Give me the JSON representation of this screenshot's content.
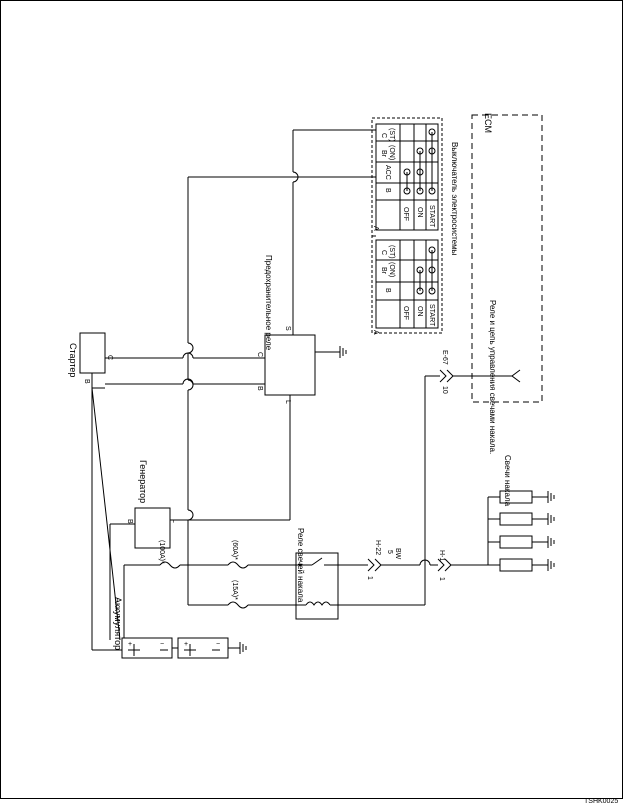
{
  "diagram_id": "TSHK0025",
  "labels": {
    "ecm": "ECM",
    "ignition_switch": "Выключатель электросистемы",
    "glow_control": "Реле и цепь управления свечами накала.",
    "starter": "Стартер",
    "main_relay": "Предохранительное реле",
    "generator": "Генератор",
    "glow_relay": "Реле свечей накала",
    "battery": "Аккумулятор",
    "glow_plugs": "Свечи накала"
  },
  "terminals": {
    "starter_b": "B",
    "starter_c": "C",
    "relay_c": "C",
    "relay_b": "B",
    "relay_l": "L",
    "relay_s": "S",
    "gen_b": "B",
    "gen_l": "L",
    "bat_plus": "+",
    "bat_minus": "−",
    "bat2_plus": "+",
    "bat2_minus": "−"
  },
  "fuses": [
    "(100A)*",
    "(60A)*",
    "(15A)*"
  ],
  "connectors": {
    "h22": "H-22",
    "h22_pin": "1",
    "h22_pin2": "5",
    "h22_wire": "BW",
    "h1": "H-1",
    "h1_pin": "1",
    "e67": "E-67",
    "e67_pin": "10"
  },
  "switch_table": {
    "col_a": "A",
    "col_b": "B",
    "col_br1": "Br",
    "col_br2": "(ON)",
    "col_c1": "C",
    "col_c2": "(ST)",
    "col_acc": "ACC",
    "row_off": "OFF",
    "row_on": "ON",
    "row_start": "START"
  }
}
